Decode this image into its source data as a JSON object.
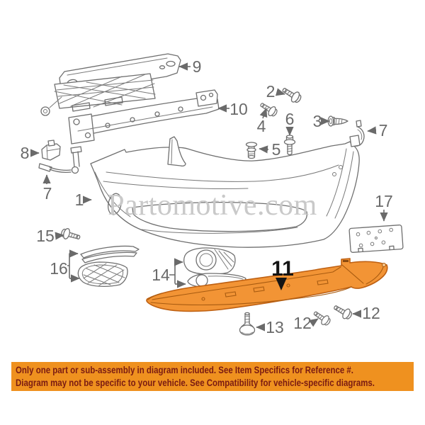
{
  "image": {
    "watermark": "Partomotive.com",
    "callouts": [
      {
        "id": "9",
        "label": "9"
      },
      {
        "id": "10",
        "label": "10"
      },
      {
        "id": "2",
        "label": "2"
      },
      {
        "id": "4",
        "label": "4"
      },
      {
        "id": "3",
        "label": "3"
      },
      {
        "id": "7-right",
        "label": "7"
      },
      {
        "id": "6",
        "label": "6"
      },
      {
        "id": "5",
        "label": "5"
      },
      {
        "id": "8",
        "label": "8"
      },
      {
        "id": "7-left",
        "label": "7"
      },
      {
        "id": "1",
        "label": "1"
      },
      {
        "id": "17",
        "label": "17"
      },
      {
        "id": "15",
        "label": "15"
      },
      {
        "id": "16",
        "label": "16"
      },
      {
        "id": "14",
        "label": "14"
      },
      {
        "id": "11",
        "label": "11",
        "highlighted": true
      },
      {
        "id": "13",
        "label": "13"
      },
      {
        "id": "12-mid",
        "label": "12"
      },
      {
        "id": "12-right",
        "label": "12"
      }
    ],
    "highlighted_part": "11",
    "colors": {
      "highlight_fill": "#F29435",
      "highlight_stroke": "#BE6012",
      "line_art": "#6F6F6F",
      "label_text": "#6A6A6A",
      "highlight_label_text": "#141414",
      "watermark": "#C9C9C9",
      "notice_bg": "#EF911F",
      "notice_text": "#7A1B12"
    }
  },
  "notice": {
    "line1": "Only one part or sub-assembly in diagram included. See Item Specifics for Reference #.",
    "line2": "Diagram may not be specific to your vehicle. See Compatibility for vehicle-specific diagrams."
  }
}
